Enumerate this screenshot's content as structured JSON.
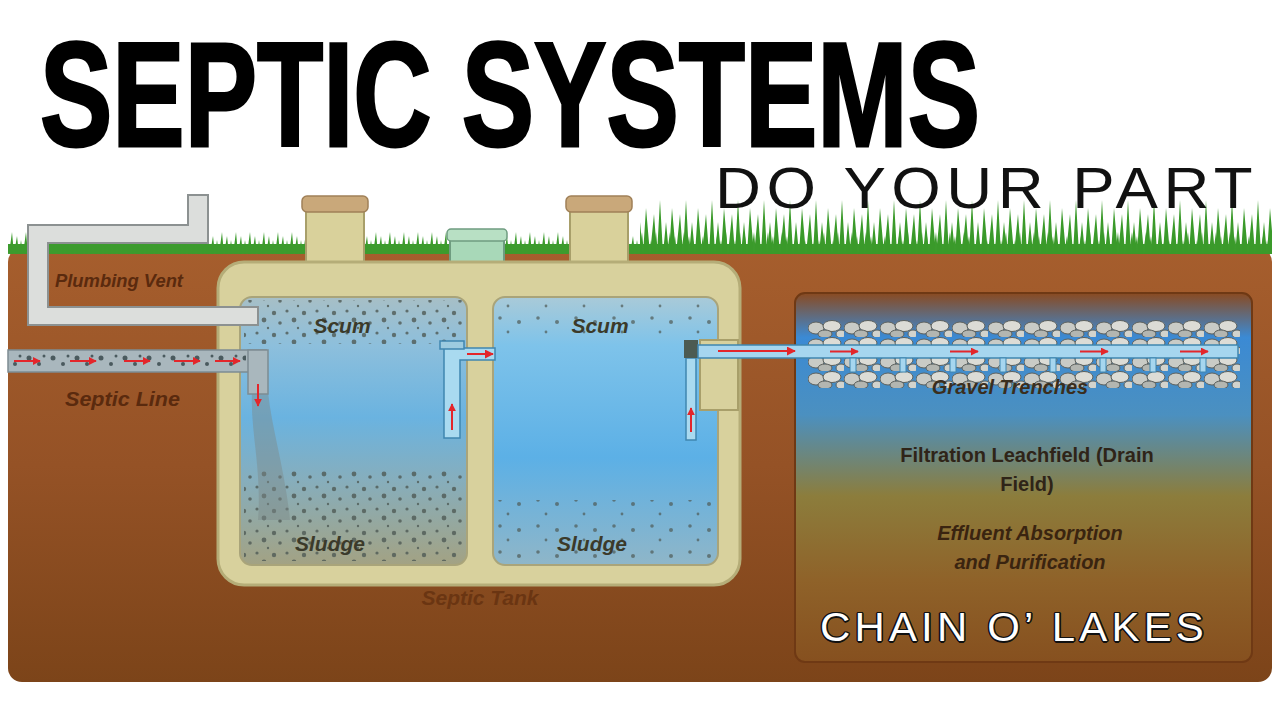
{
  "diagram": {
    "title": "SEPTIC SYSTEMS",
    "nodes": [
      {
        "text": [
          "Septic Tank"
        ]
      },
      {
        "text": [
          "Scum",
          "Sludge"
        ],
        "in": 0
      },
      {
        "text": [
          "Scum",
          "Sludge"
        ],
        "in": 0
      },
      {
        "text": [
          "Gravel Trenches",
          "Filtration Leachfield (Drain Field)",
          "Effluent Absorption and Purification"
        ]
      }
    ],
    "edges": [
      {
        "from": 1,
        "to": 2,
        "arrow": "to"
      },
      {
        "from": 2,
        "to": 3,
        "arrow": "to"
      }
    ],
    "labels": [
      "DO YOUR PART",
      "Plumbing Vent",
      "Septic Line",
      "CHAIN O’ LAKES"
    ]
  }
}
